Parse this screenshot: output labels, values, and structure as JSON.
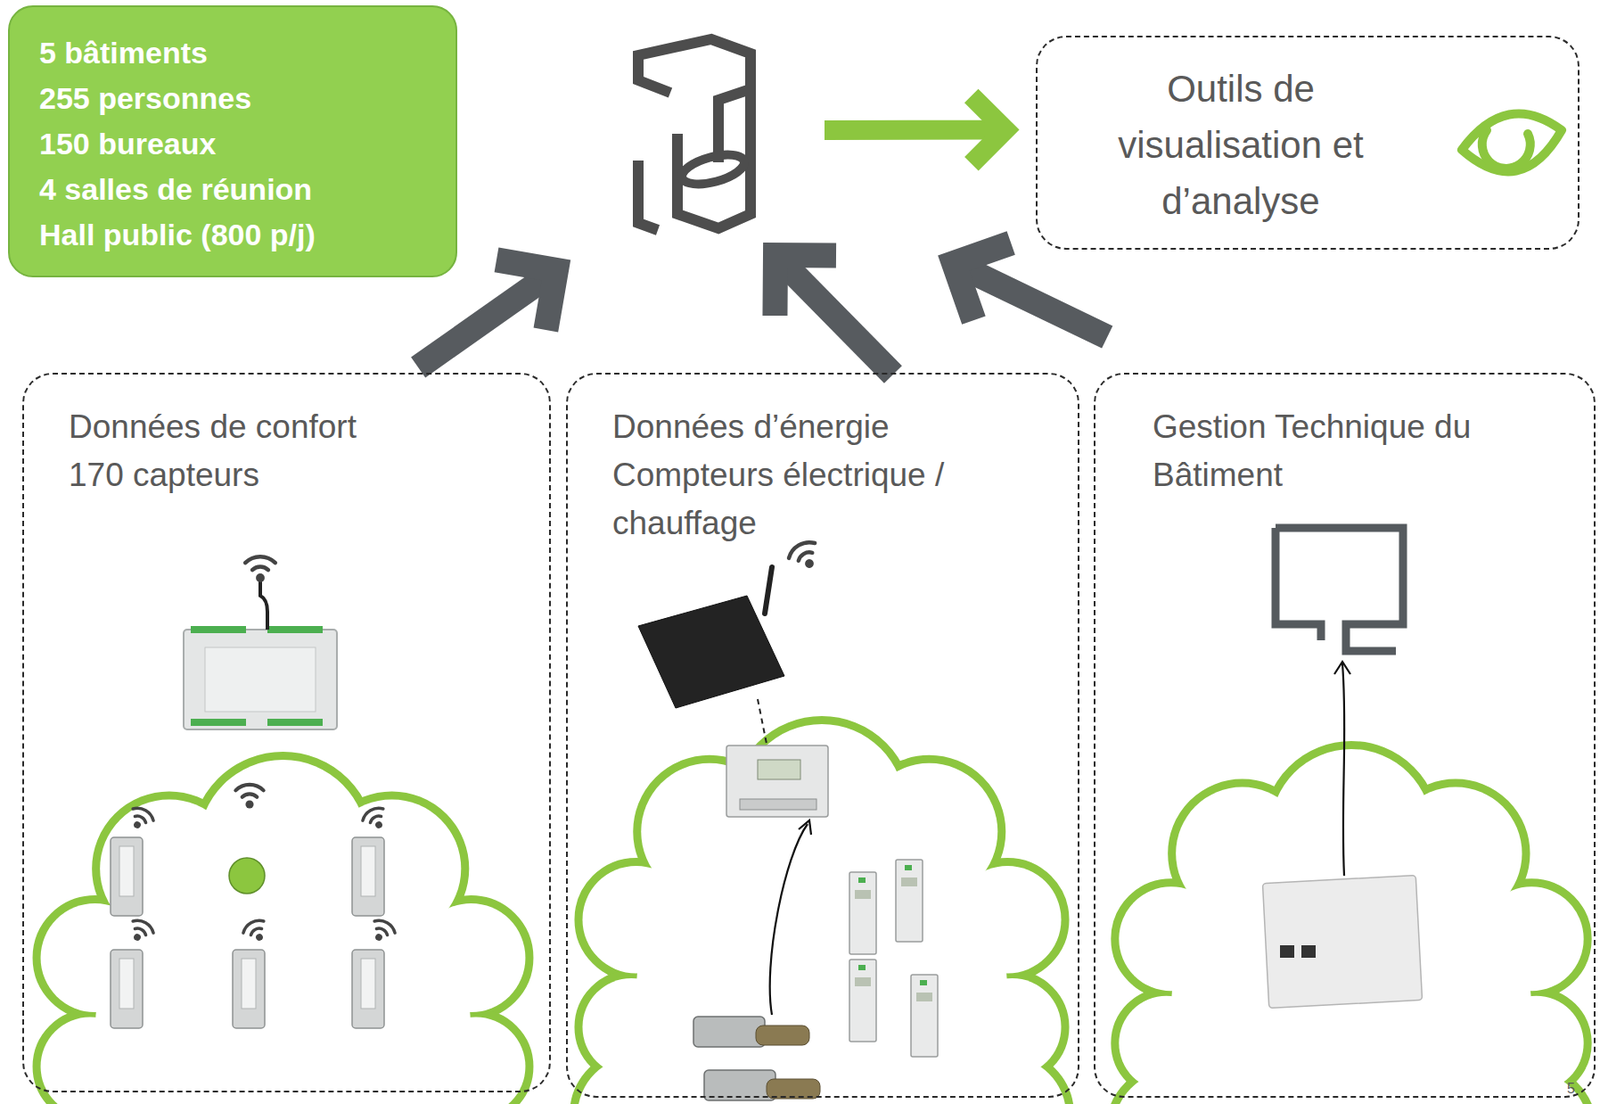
{
  "diagram": {
    "nodes": [
      {
        "text": [
          "5 bâtiments",
          "255 personnes",
          "150 bureaux",
          "4 salles de réunion",
          "Hall public (800 p/j)"
        ]
      },
      {
        "text": []
      },
      {
        "text": [
          "Outils de visualisation et d’analyse"
        ]
      },
      {
        "text": [
          "Données de confort",
          "170 capteurs"
        ]
      },
      {
        "text": [
          "Données d’énergie",
          "Compteurs électrique / chauffage"
        ]
      },
      {
        "text": [
          "Gestion Technique du Bâtiment"
        ]
      }
    ],
    "edges": [
      {
        "from": 3,
        "to": 1,
        "arrow": "to"
      },
      {
        "from": 4,
        "to": 1,
        "arrow": "to"
      },
      {
        "from": 5,
        "to": 1,
        "arrow": "to"
      },
      {
        "from": 1,
        "to": 2,
        "arrow": "to"
      }
    ],
    "labels": [
      "5"
    ]
  }
}
